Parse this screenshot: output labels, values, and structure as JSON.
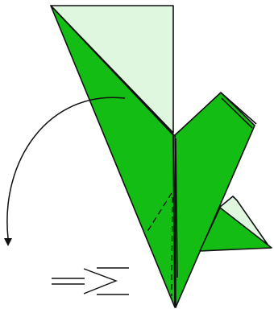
{
  "diagram": {
    "kind": "origami-step",
    "instruction": "rotate-and-flip",
    "arrow_direction": "counter-clockwise",
    "palette": {
      "paper_front": "#13bd13",
      "paper_back": "#dff6df",
      "outline": "#111111",
      "arrow": "#111111",
      "background": "#ffffff"
    },
    "icons": [
      "rotate-arrow-icon",
      "flip-symbol-icon"
    ]
  }
}
